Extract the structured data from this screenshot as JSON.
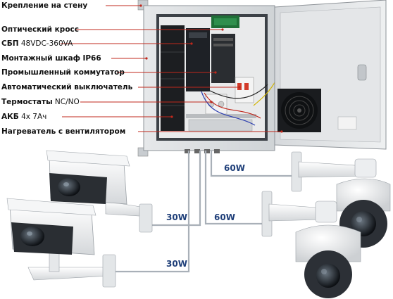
{
  "labels": [
    {
      "bold": "Крепление на стену",
      "rest": ""
    },
    {
      "bold": "Оптический кросс",
      "rest": ""
    },
    {
      "bold": "СБП",
      "rest": "48VDC-360VA"
    },
    {
      "bold": "Монтажный шкаф",
      "rest": "IP66"
    },
    {
      "bold": "Промышленный коммутатор",
      "rest": ""
    },
    {
      "bold": "Автоматический выключатель",
      "rest": ""
    },
    {
      "bold": "Термостаты",
      "rest": "NC/NO"
    },
    {
      "bold": "АКБ",
      "rest": "4х 7Ач"
    },
    {
      "bold": "Нагреватель с вентилятором",
      "rest": ""
    }
  ],
  "power": {
    "dome_top": "60W",
    "box_top": "30W",
    "dome_bottom": "60W",
    "box_bottom": "30W"
  },
  "colors": {
    "leader_line": "#c0281c",
    "power_label": "#1f3f79",
    "cable": "#a9b0b8"
  }
}
